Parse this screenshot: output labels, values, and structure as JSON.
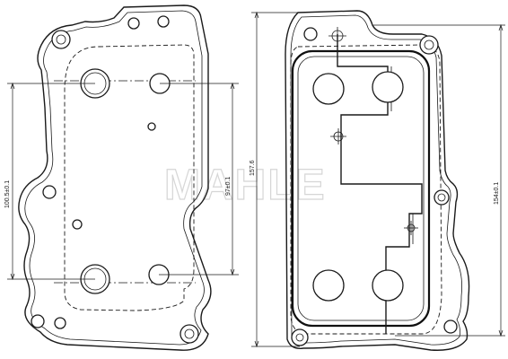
{
  "watermark": {
    "text": "MAHLE"
  },
  "dimensions": {
    "left_height": "100.5±0.1",
    "left_inner": "97±0.1",
    "right_overall": "157.6",
    "right_inner": "154±0.1"
  },
  "colors": {
    "line": "#1a1a1a",
    "background": "#ffffff",
    "watermark": "#d6d6d6"
  }
}
